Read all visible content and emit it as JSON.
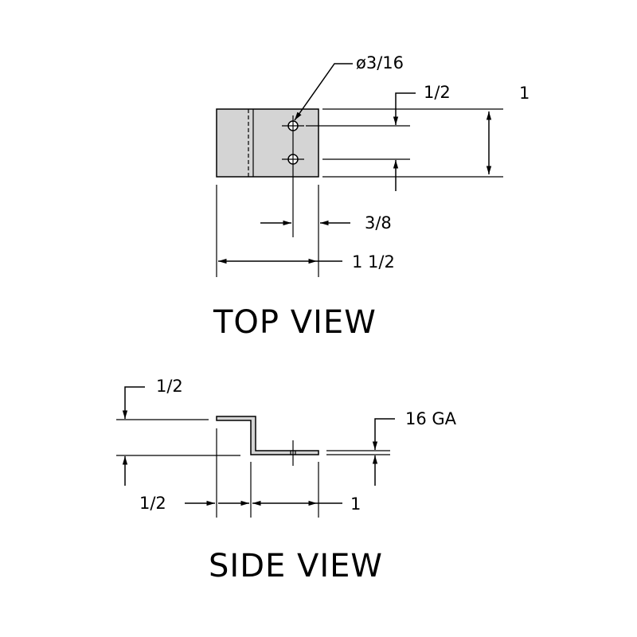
{
  "top_view": {
    "title": "TOP VIEW",
    "hole_dia": "ø3/16",
    "dim_hole_spacing": "1/2",
    "dim_height": "1",
    "dim_hole_offset": "3/8",
    "dim_width": "1 1/2"
  },
  "side_view": {
    "title": "SIDE VIEW",
    "dim_offset_height": "1/2",
    "dim_thickness": "16 GA",
    "dim_left_flange": "1/2",
    "dim_right_flange": "1"
  },
  "colors": {
    "part_fill": "#d4d4d4",
    "line": "#000000"
  }
}
